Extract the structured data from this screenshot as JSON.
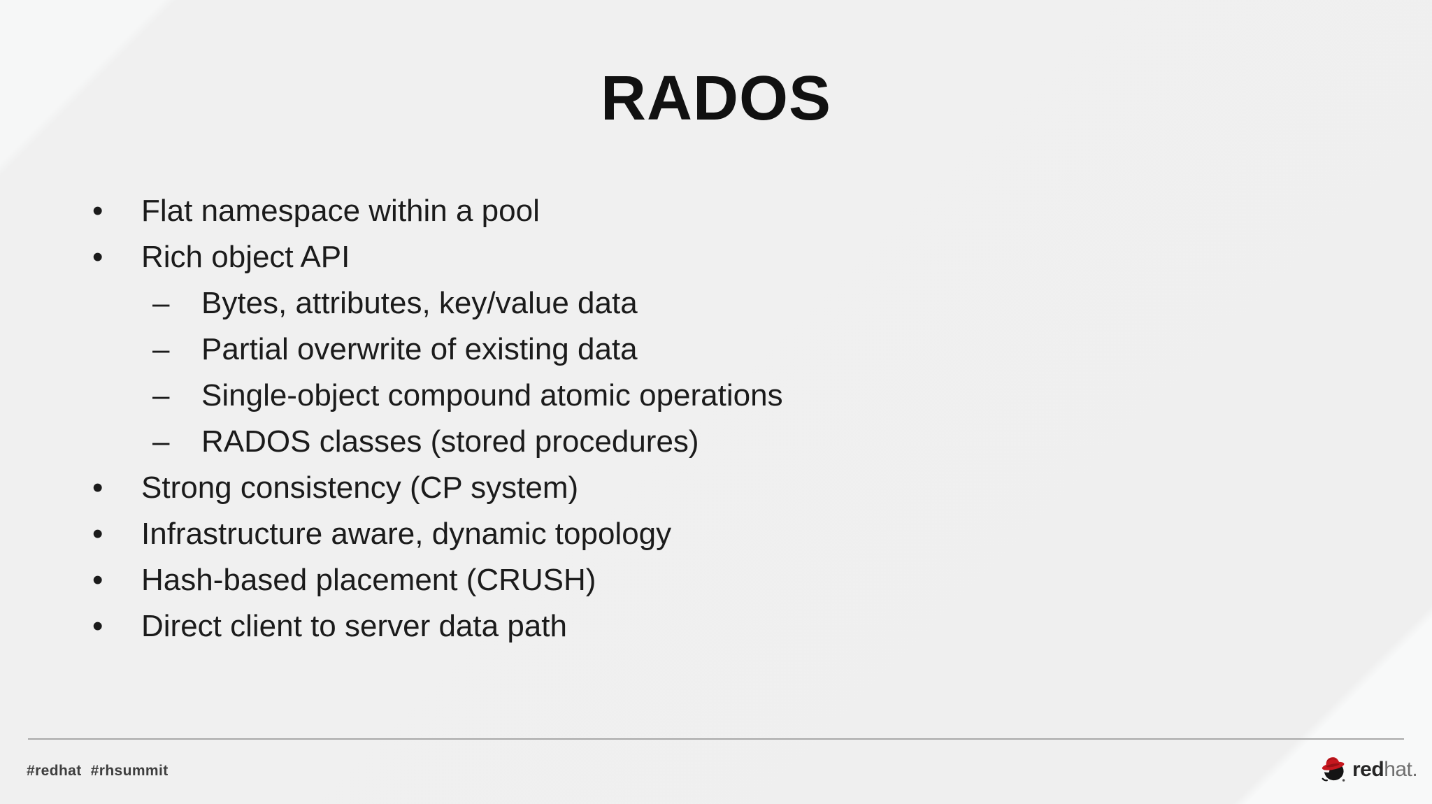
{
  "slide": {
    "title": "RADOS",
    "bullets": [
      {
        "level": 1,
        "marker": "•",
        "text": "Flat namespace within a pool"
      },
      {
        "level": 1,
        "marker": "•",
        "text": "Rich object API"
      },
      {
        "level": 2,
        "marker": "–",
        "text": "Bytes, attributes, key/value data"
      },
      {
        "level": 2,
        "marker": "–",
        "text": "Partial overwrite of existing data"
      },
      {
        "level": 2,
        "marker": "–",
        "text": "Single-object compound atomic operations"
      },
      {
        "level": 2,
        "marker": "–",
        "text": "RADOS classes (stored procedures)"
      },
      {
        "level": 1,
        "marker": "•",
        "text": "Strong consistency (CP system)"
      },
      {
        "level": 1,
        "marker": "•",
        "text": "Infrastructure aware, dynamic topology"
      },
      {
        "level": 1,
        "marker": "•",
        "text": "Hash-based placement (CRUSH)"
      },
      {
        "level": 1,
        "marker": "•",
        "text": "Direct client to server data path"
      }
    ]
  },
  "footer": {
    "hashtags": [
      "#redhat",
      "#rhsummit"
    ],
    "logo": {
      "icon": "redhat-shadowman-icon",
      "brand_bold": "red",
      "brand_light": "hat."
    }
  },
  "colors": {
    "background_base": "#efefef",
    "background_light_corner": "#f7f8f8",
    "title_text": "#111111",
    "body_text": "#1b1b1b",
    "footer_text": "#3e3e3e",
    "divider": "#a9a9a9",
    "redhat_red": "#c6171e",
    "redhat_dark_red": "#8e0f14",
    "wordmark_gray": "#6f6f6f"
  }
}
